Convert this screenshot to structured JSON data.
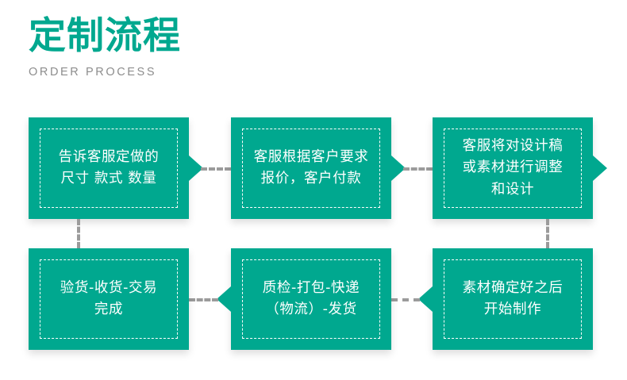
{
  "header": {
    "title": "定制流程",
    "subtitle": "ORDER PROCESS"
  },
  "theme": {
    "accent": "#00a88f",
    "subtitle_color": "#8d8d8d",
    "connector_color": "#9b9b9b",
    "box_text_color": "#ffffff",
    "background": "#ffffff"
  },
  "flow": {
    "steps": [
      {
        "id": "step-1",
        "text": "告诉客服定做的\n尺寸 款式 数量"
      },
      {
        "id": "step-2",
        "text": "客服根据客户要求\n报价，客户付款"
      },
      {
        "id": "step-3",
        "text": "客服将对设计稿\n或素材进行调整\n和设计"
      },
      {
        "id": "step-4",
        "text": "素材确定好之后\n开始制作"
      },
      {
        "id": "step-5",
        "text": "质检-打包-快递\n（物流）-发货"
      },
      {
        "id": "step-6",
        "text": "验货-收货-交易\n完成"
      }
    ],
    "connectors": [
      {
        "id": "conn-1-2",
        "direction": "right"
      },
      {
        "id": "conn-2-3",
        "direction": "right"
      },
      {
        "id": "conn-3-edge",
        "direction": "right"
      },
      {
        "id": "conn-3-4",
        "direction": "down"
      },
      {
        "id": "conn-4-5",
        "direction": "left"
      },
      {
        "id": "conn-5-6",
        "direction": "left"
      },
      {
        "id": "conn-6-up",
        "direction": "up"
      }
    ]
  }
}
